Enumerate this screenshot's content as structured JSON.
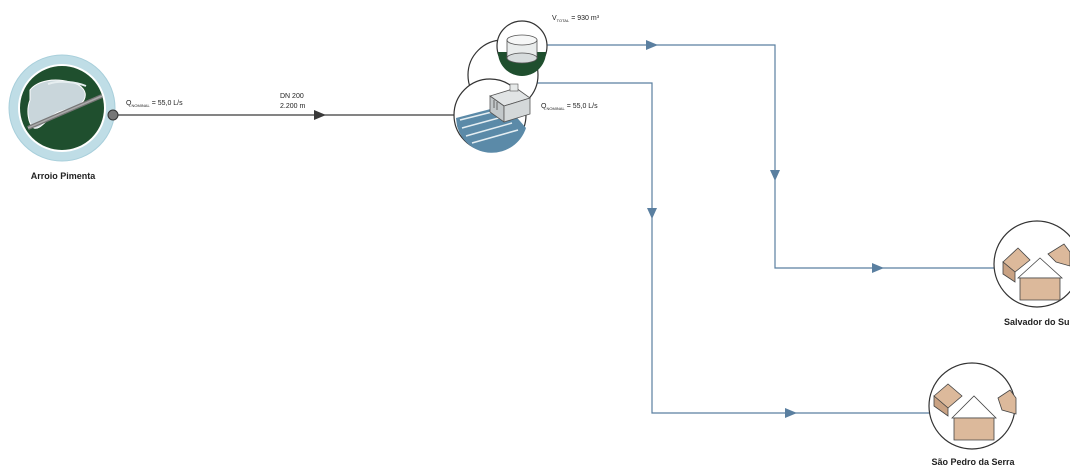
{
  "nodes": {
    "source": {
      "name": "Arroio Pimenta"
    },
    "city_1": {
      "name": "Salvador do Sul"
    },
    "city_2": {
      "name": "São Pedro da Serra"
    }
  },
  "labels": {
    "q_source": {
      "symbol": "Q",
      "sub": "NOMINAL",
      "value": "= 55,0 L/s"
    },
    "pipe_dn": "DN 200",
    "pipe_len": "2.200 m",
    "reservoir": {
      "symbol": "V",
      "sub": "TOTAL",
      "value": "= 930 m³"
    },
    "q_plant": {
      "symbol": "Q",
      "sub": "NOMINAL",
      "value": "= 55,0 L/s"
    }
  },
  "colors": {
    "pipe_raw": "#3a3a3a",
    "pipe_treated": "#5a7fa0",
    "ring_outer": "#bfdde6",
    "dark_green": "#1f4f2e",
    "house": "#dcb99b",
    "circle_stroke": "#333333"
  }
}
